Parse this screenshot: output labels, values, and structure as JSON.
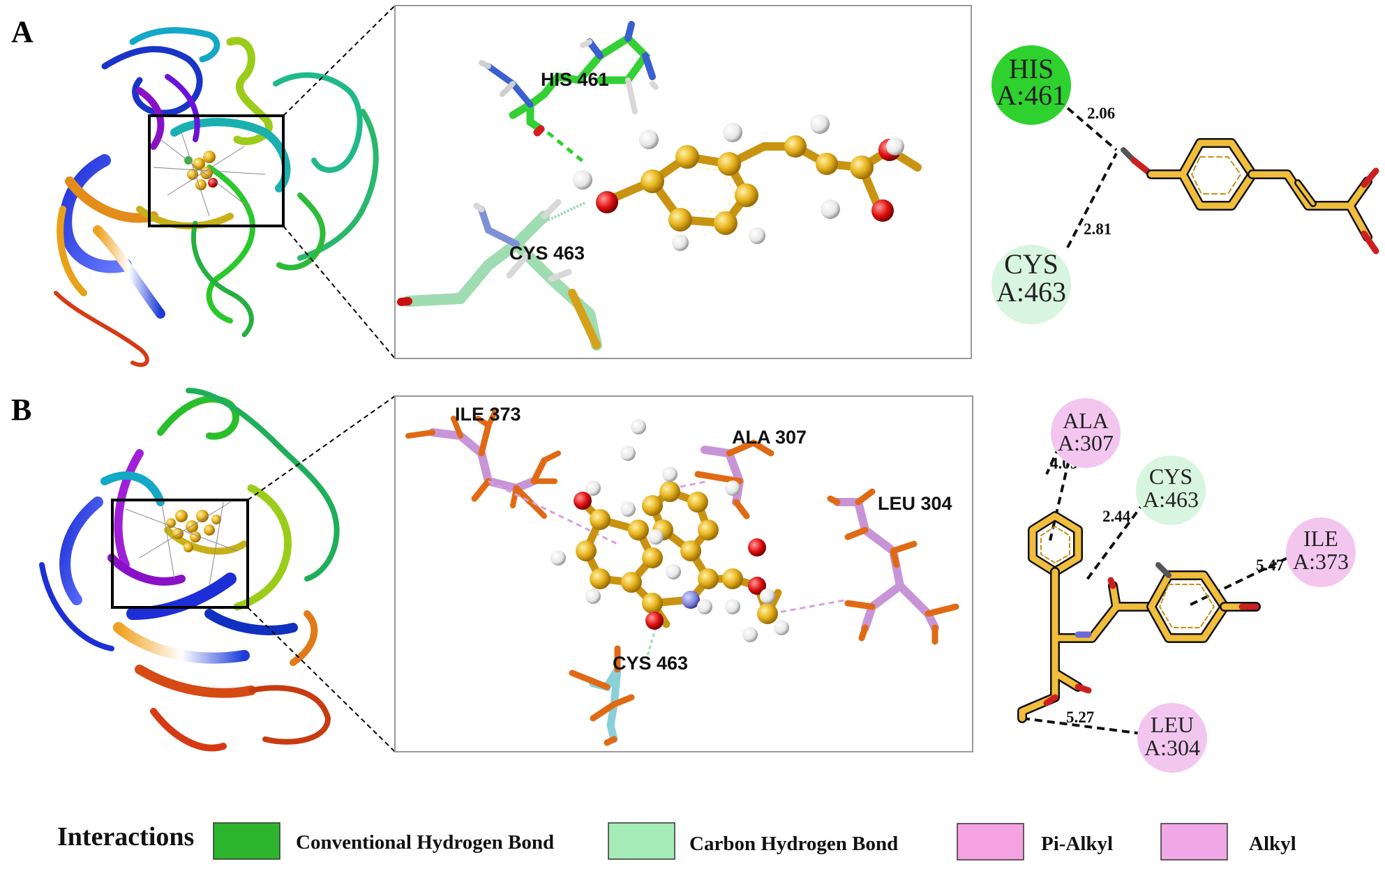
{
  "panels": {
    "A": {
      "letter": "A",
      "residue_labels_3d": [
        "HIS 461",
        "CYS 463"
      ],
      "nodes": [
        {
          "line1": "HIS",
          "line2": "A:461",
          "type": "Conventional Hydrogen Bond"
        },
        {
          "line1": "CYS",
          "line2": "A:463",
          "type": "Carbon Hydrogen Bond"
        }
      ],
      "distances": [
        "2.06",
        "2.81"
      ]
    },
    "B": {
      "letter": "B",
      "residue_labels_3d": [
        "ILE 373",
        "ALA 307",
        "LEU 304",
        "CYS 463"
      ],
      "nodes": [
        {
          "line1": "ALA",
          "line2": "A:307",
          "type": "Pi-Alkyl"
        },
        {
          "line1": "CYS",
          "line2": "A:463",
          "type": "Carbon Hydrogen Bond"
        },
        {
          "line1": "ILE",
          "line2": "A:373",
          "type": "Pi-Alkyl"
        },
        {
          "line1": "LEU",
          "line2": "A:304",
          "type": "Alkyl"
        }
      ],
      "distances": [
        "4.09",
        "2.44",
        "5.47",
        "5.27"
      ]
    }
  },
  "legend": {
    "title": "Interactions",
    "items": [
      {
        "label": "Conventional Hydrogen Bond",
        "color": "#2db52d"
      },
      {
        "label": "Carbon Hydrogen Bond",
        "color": "#a6ecb8"
      },
      {
        "label": "Pi-Alkyl",
        "color": "#f5a3e0"
      },
      {
        "label": "Alkyl",
        "color": "#f0a8e6"
      }
    ]
  },
  "colors": {
    "conventional_hbond": "#2ed12e",
    "carbon_hbond": "#d8f5df",
    "pi_alkyl": "#f3c6f0",
    "ligand_carbon": "#e8b41f",
    "oxygen": "#e01010"
  }
}
